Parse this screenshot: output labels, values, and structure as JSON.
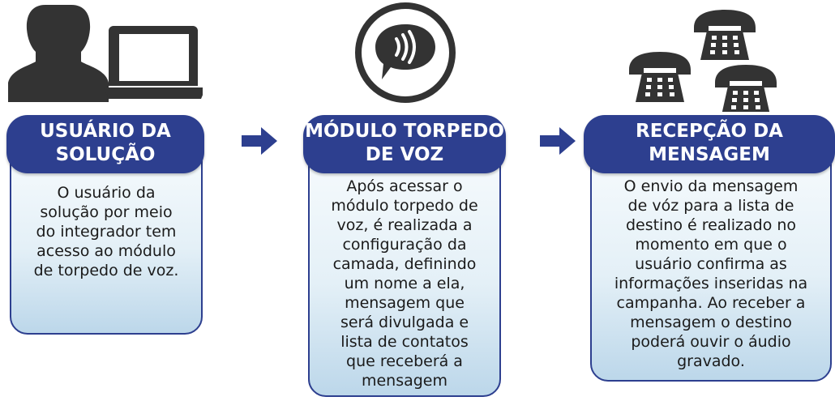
{
  "steps": [
    {
      "title_lines": [
        "USUÁRIO DA",
        "SOLUÇÃO"
      ],
      "text_lines": [
        "O usuário da",
        "solução por meio",
        "do integrador tem",
        "acesso ao módulo",
        "de torpedo de voz."
      ],
      "icons": [
        "user-silhouette-icon",
        "laptop-icon"
      ]
    },
    {
      "title_lines": [
        "MÓDULO TORPEDO",
        "DE VOZ"
      ],
      "text_lines": [
        "Após acessar o",
        "módulo torpedo de",
        "voz, é realizada a",
        "configuração da",
        "camada, definindo",
        "um nome a ela,",
        "mensagem que",
        "será divulgada e",
        "lista de contatos",
        "que receberá a",
        "mensagem"
      ],
      "icons": [
        "voice-bubble-icon"
      ]
    },
    {
      "title_lines": [
        "RECEPÇÃO DA",
        "MENSAGEM"
      ],
      "text_lines": [
        "O envio da mensagem",
        "de vóz para a lista de",
        "destino é realizado no",
        "momento em que o",
        "usuário confirma as",
        "informações inseridas na",
        "campanha. Ao receber a",
        "mensagem o destino",
        "poderá ouvir o áudio",
        "gravado."
      ],
      "icons": [
        "telephone-icon",
        "telephone-icon",
        "telephone-icon"
      ]
    }
  ],
  "colors": {
    "primary": "#2d3f8f",
    "card_light": "#f7fbfd",
    "card_dark": "#bcd7ea",
    "icon": "#333333"
  }
}
